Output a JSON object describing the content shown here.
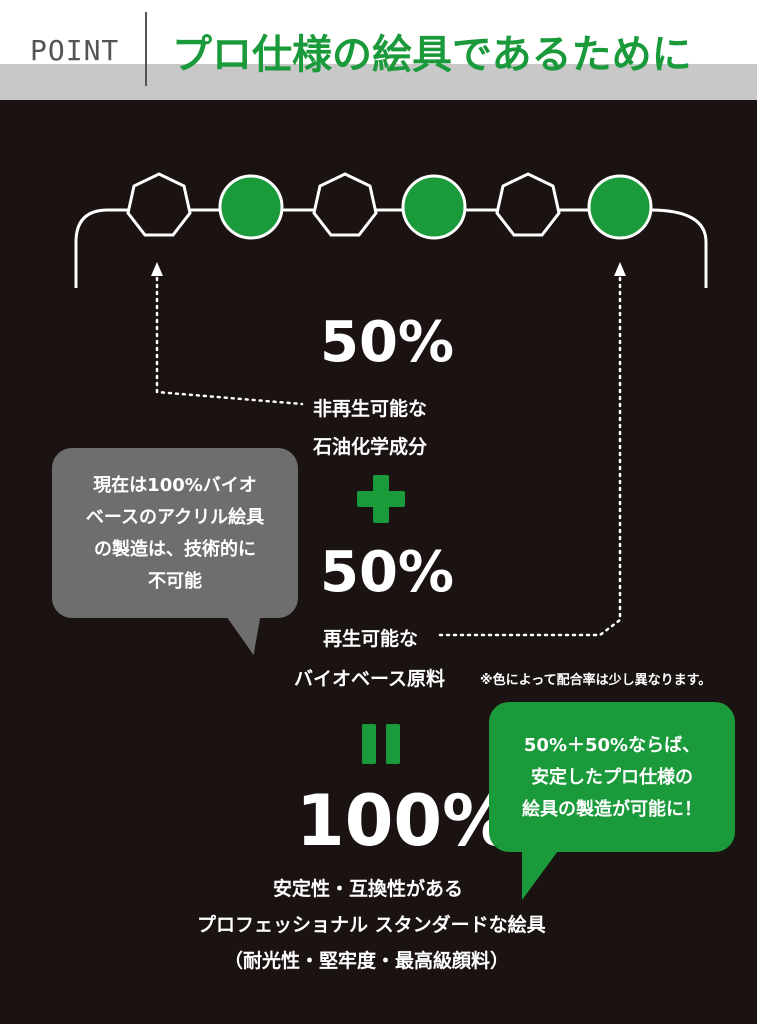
{
  "header": {
    "label": "POINT",
    "title": "プロ仕様の絵具であるために"
  },
  "colors": {
    "green": "#1a9a3a",
    "gray_bubble": "#6e6e6e",
    "background": "#1b1212"
  },
  "icons": [
    "heptagon-outline-icon",
    "green-circle-icon",
    "arrow-up-icon",
    "plus-icon",
    "equals-icon"
  ],
  "section_top": {
    "percent": "50%",
    "line1": "非再生可能な",
    "line2": "石油化学成分"
  },
  "section_middle": {
    "percent": "50%",
    "line1": "再生可能な",
    "line2": "バイオベース原料",
    "note": "※色によって配合率は少し異なります。"
  },
  "section_total": {
    "percent": "100%",
    "line1": "安定性・互換性がある",
    "line2": "プロフェッショナル スタンダードな絵具",
    "line3": "（耐光性・堅牢度・最高級顔料）"
  },
  "bubble_gray": {
    "line1": "現在は100%バイオ",
    "line2": "ベースのアクリル絵具",
    "line3": "の製造は、技術的に",
    "line4": "不可能"
  },
  "bubble_green": {
    "line1": "50%＋50%ならば、",
    "line2": "安定したプロ仕様の",
    "line3": "絵具の製造が可能に！"
  }
}
